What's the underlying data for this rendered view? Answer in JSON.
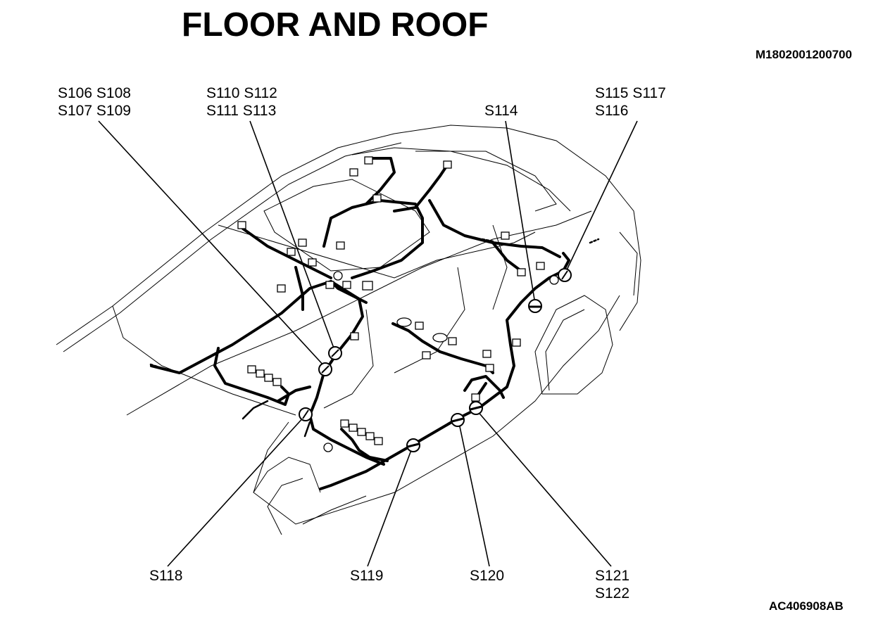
{
  "diagram": {
    "title": "FLOOR AND ROOF",
    "top_code": "M1802001200700",
    "bottom_code": "AC406908AB"
  },
  "labels": {
    "s106_group_line1": "S106 S108",
    "s106_group_line2": "S107 S109",
    "s110_group_line1": "S110 S112",
    "s110_group_line2": "S111 S113",
    "s114": "S114",
    "s115_group_line1": "S115 S117",
    "s115_group_line2": "S116",
    "s118": "S118",
    "s119": "S119",
    "s120": "S120",
    "s121_line1": "S121",
    "s121_line2": "S122"
  }
}
